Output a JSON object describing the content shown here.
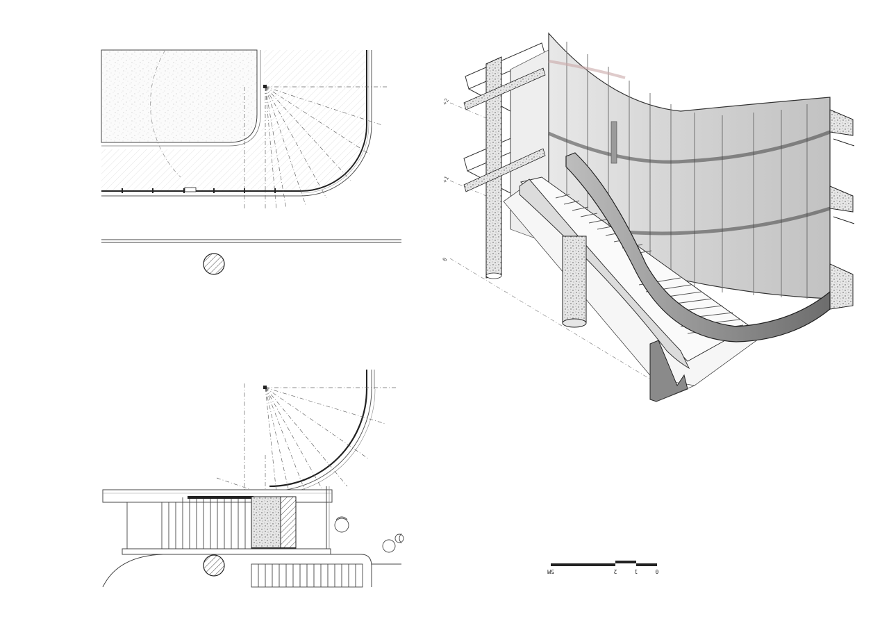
{
  "sheet": {
    "background": "#ffffff",
    "line_color": "#222222",
    "glass_color": "#d9d9d9",
    "pattern": "stipple-concrete"
  },
  "plans": [
    {
      "name": "upper-floor-plan",
      "features": [
        "stipple-floor-slab",
        "curved-glass-facade",
        "radial-setting-out-lines",
        "circular-column"
      ]
    },
    {
      "name": "ground-floor-plan",
      "features": [
        "curved-glass-facade",
        "radial-setting-out-lines",
        "stair",
        "column",
        "planting"
      ]
    }
  ],
  "axonometric": {
    "name": "stair-and-curved-facade-axonometric",
    "level_markers": [
      "+2",
      "+1",
      "0"
    ]
  },
  "scale_bar": {
    "labels": [
      "0",
      "1",
      "2",
      "5M"
    ]
  }
}
